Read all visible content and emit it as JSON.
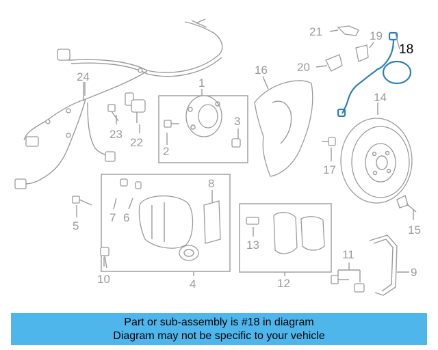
{
  "diagram": {
    "labels": {
      "c1": "1",
      "c2": "2",
      "c3": "3",
      "c4": "4",
      "c5": "5",
      "c6": "6",
      "c7": "7",
      "c8": "8",
      "c9": "9",
      "c10": "10",
      "c11": "11",
      "c12": "12",
      "c13": "13",
      "c14": "14",
      "c15": "15",
      "c16": "16",
      "c17": "17",
      "c18": "18",
      "c19": "19",
      "c20": "20",
      "c21": "21",
      "c22": "22",
      "c23": "23",
      "c24": "24"
    },
    "highlight_color": "#2b7fb6",
    "part_color": "#9a9a9a"
  },
  "banner": {
    "line1": "Part or sub-assembly is #18 in diagram",
    "line2": "Diagram may not be specific to your vehicle",
    "background": "#4fb6ec"
  }
}
